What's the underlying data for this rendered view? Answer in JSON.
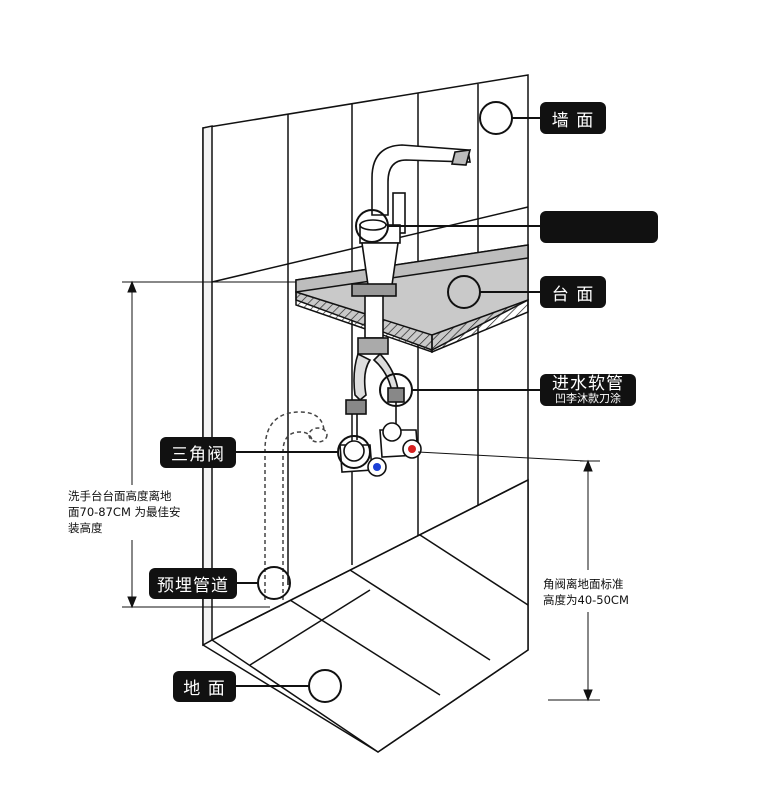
{
  "labels": {
    "wall": "墙 面",
    "faucet": "",
    "counter": "台 面",
    "inlet_hose": "进水软管",
    "inlet_hose_overlay": "凹李沐款刀涂",
    "angle_valve": "三角阀",
    "embedded_pipe": "预埋管道",
    "floor": "地 面"
  },
  "notes": {
    "basin_height": "洗手台台面高度离地\n面70-87CM 为最佳安\n装高度",
    "valve_height": "角阀离地面标准\n高度为40-50CM"
  },
  "colors": {
    "label_bg": "#111111",
    "label_text": "#ffffff",
    "line": "#111111",
    "hot": "#d62020",
    "cold": "#1b3fd6"
  }
}
